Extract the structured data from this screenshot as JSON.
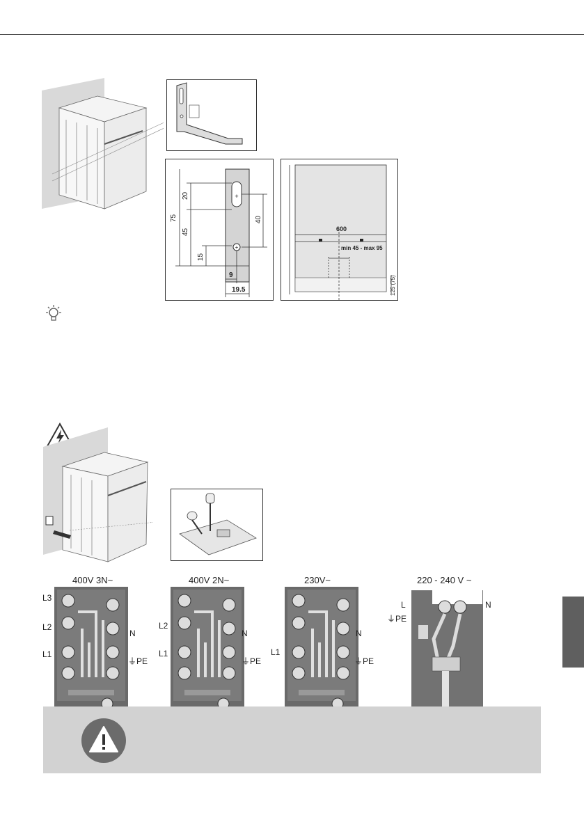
{
  "bracket_dims": {
    "d20": "20",
    "d75": "75",
    "d45": "45",
    "d15": "15",
    "d40": "40",
    "d9": "9",
    "d19_5": "19.5"
  },
  "wall_dims": {
    "width": "600",
    "range": "min 45 - max 95",
    "height": "125 (75)"
  },
  "terminal_diagrams": [
    {
      "title": "400V 3N~",
      "left_labels": [
        "L3",
        "L2",
        "L1"
      ],
      "right_labels": [
        "N",
        "PE"
      ]
    },
    {
      "title": "400V 2N~",
      "left_labels": [
        "L2",
        "L1"
      ],
      "right_labels": [
        "N",
        "PE"
      ]
    },
    {
      "title": "230V~",
      "left_labels": [
        "L1"
      ],
      "right_labels": [
        "N",
        "PE"
      ]
    },
    {
      "title": "220 - 240 V ~",
      "left_labels": [
        "L",
        "PE"
      ],
      "right_labels": [
        "N"
      ]
    }
  ],
  "colors": {
    "accent_gray": "#5f5f5f",
    "band": "#d2d2d2",
    "icon": "#6b6b6b"
  },
  "icons": [
    "lightbulb-icon",
    "high-voltage-warning-icon",
    "warning-exclamation-icon"
  ]
}
